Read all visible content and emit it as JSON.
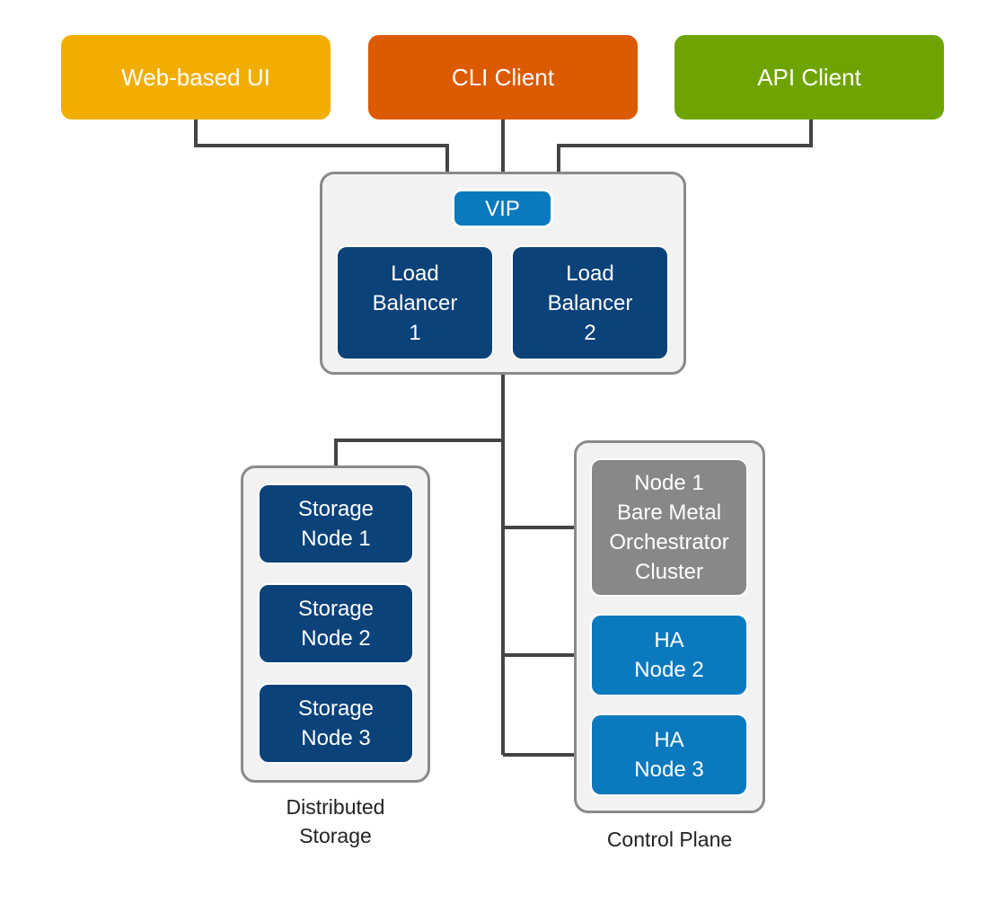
{
  "colors": {
    "web_ui": "#f2ae00",
    "cli": "#dc5a00",
    "api": "#6fa400",
    "vip": "#0b79bd",
    "load_balancer": "#0b4279",
    "storage_node": "#0b4279",
    "primary_node": "#888888",
    "ha_node": "#0b79bd",
    "container_fill": "#f2f2f2",
    "container_border": "#8a8a8a",
    "connector": "#444444"
  },
  "clients": {
    "web_ui": "Web-based UI",
    "cli": "CLI Client",
    "api": "API Client"
  },
  "load_balancer_group": {
    "vip": "VIP",
    "balancers": [
      {
        "lines": [
          "Load",
          "Balancer",
          "1"
        ]
      },
      {
        "lines": [
          "Load",
          "Balancer",
          "2"
        ]
      }
    ]
  },
  "distributed_storage": {
    "caption": [
      "Distributed",
      "Storage"
    ],
    "nodes": [
      {
        "lines": [
          "Storage",
          "Node 1"
        ]
      },
      {
        "lines": [
          "Storage",
          "Node 2"
        ]
      },
      {
        "lines": [
          "Storage",
          "Node 3"
        ]
      }
    ]
  },
  "control_plane": {
    "caption": "Control Plane",
    "nodes": [
      {
        "lines": [
          "Node 1",
          "Bare Metal",
          "Orchestrator",
          "Cluster"
        ]
      },
      {
        "lines": [
          "HA",
          "Node 2"
        ]
      },
      {
        "lines": [
          "HA",
          "Node 3"
        ]
      }
    ]
  }
}
